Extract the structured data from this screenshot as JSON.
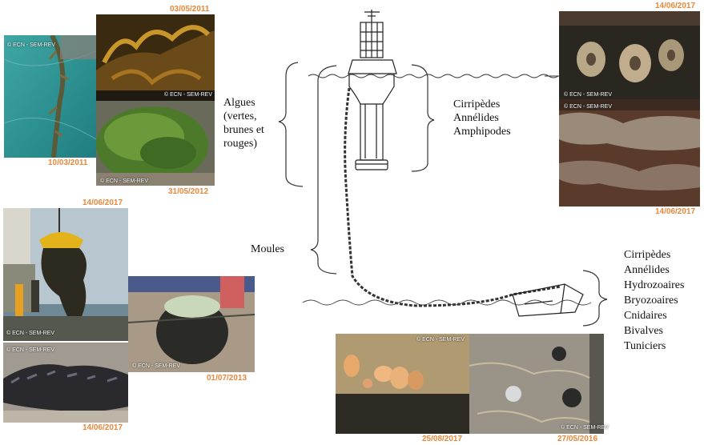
{
  "watermark": "© ECN - SEM-REV",
  "photos": [
    {
      "id": "algae-rope",
      "date": "10/03/2011"
    },
    {
      "id": "brown-algae",
      "date": "03/05/2011"
    },
    {
      "id": "green-algae",
      "date": "31/05/2012"
    },
    {
      "id": "buoy-crane",
      "date": "14/06/2017"
    },
    {
      "id": "mussels-rope",
      "date": "14/06/2017"
    },
    {
      "id": "mussels-sphere",
      "date": "01/07/2013"
    },
    {
      "id": "barnacles-top",
      "date": "14/06/2017"
    },
    {
      "id": "barnacles-bottom",
      "date": "14/06/2017"
    },
    {
      "id": "tunicates",
      "date": "25/08/2017"
    },
    {
      "id": "concrete-block",
      "date": "27/05/2016"
    }
  ],
  "labels": {
    "algae": [
      "Algues",
      "(vertes,",
      "brunes et",
      "rouges)"
    ],
    "mussels": "Moules",
    "buoy_species": [
      "Cirripèdes",
      "Annélides",
      "Amphipodes"
    ],
    "anchor_species": [
      "Cirripèdes",
      "Annélides",
      "Hydrozoaires",
      "Bryozoaires",
      "Cnidaires",
      "Bivalves",
      "Tuniciers"
    ]
  },
  "colors": {
    "date": "#e8873a",
    "text": "#111111",
    "line": "#333333"
  }
}
